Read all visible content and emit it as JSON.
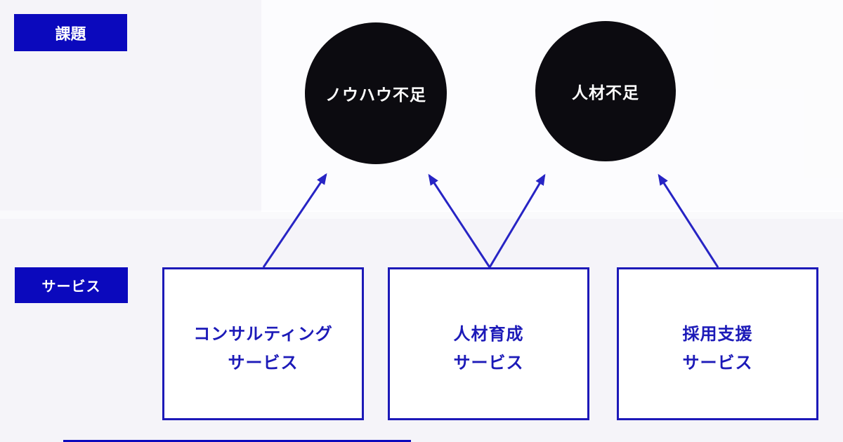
{
  "colors": {
    "accent_blue": "#0b09bd",
    "box_border_blue": "#1c19b8",
    "box_text_blue": "#1c1ab8",
    "arrow_blue": "#2724c4",
    "circle_black": "#0c0b10",
    "label_text": "#ffffff",
    "background": "#f5f4f9",
    "box_bg": "#ffffff"
  },
  "row_labels": {
    "issues": "課題",
    "services": "サービス"
  },
  "issues": [
    {
      "id": "knowhow-shortage",
      "label": "ノウハウ不足"
    },
    {
      "id": "talent-shortage",
      "label": "人材不足"
    }
  ],
  "services": [
    {
      "id": "consulting",
      "line1": "コンサルティング",
      "line2": "サービス"
    },
    {
      "id": "training",
      "line1": "人材育成",
      "line2": "サービス"
    },
    {
      "id": "recruiting",
      "line1": "採用支援",
      "line2": "サービス"
    }
  ],
  "edges": [
    {
      "from": "consulting",
      "to": "knowhow-shortage"
    },
    {
      "from": "training",
      "to": "knowhow-shortage"
    },
    {
      "from": "training",
      "to": "talent-shortage"
    },
    {
      "from": "recruiting",
      "to": "talent-shortage"
    }
  ]
}
